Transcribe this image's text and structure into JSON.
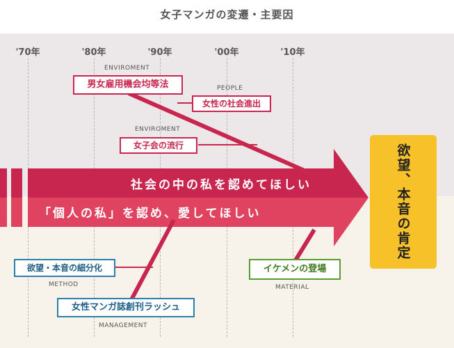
{
  "title": "女子マンガの変遷・主要因",
  "decades": [
    "'70年",
    "'80年",
    "'90年",
    "'00年",
    "'10年"
  ],
  "arrows": {
    "upper": "社会の中の私を認めてほしい",
    "lower": "「個人の私」を認め、愛してほしい"
  },
  "result": "欲望、本音の肯定",
  "factors": {
    "equal_employment": {
      "label": "男女雇用機会均等法",
      "category": "ENVIROMENT"
    },
    "women_society": {
      "label": "女性の社会進出",
      "category": "PEOPLE"
    },
    "joshikai": {
      "label": "女子会の流行",
      "category": "ENVIROMENT"
    },
    "desire_subdivision": {
      "label": "欲望・本音の細分化",
      "category": "METHOD"
    },
    "magazine_rush": {
      "label": "女性マンガ誌創刊ラッシュ",
      "category": "MANAGEMENT"
    },
    "ikemen": {
      "label": "イケメンの登場",
      "category": "MATERIAL"
    }
  },
  "colors": {
    "upper_arrow": "#c8264f",
    "lower_arrow": "#e0435f",
    "result": "#f7c12a",
    "people_red": "#c8264f",
    "method_blue": "#2b7fa8",
    "material_green": "#5a9a32"
  }
}
